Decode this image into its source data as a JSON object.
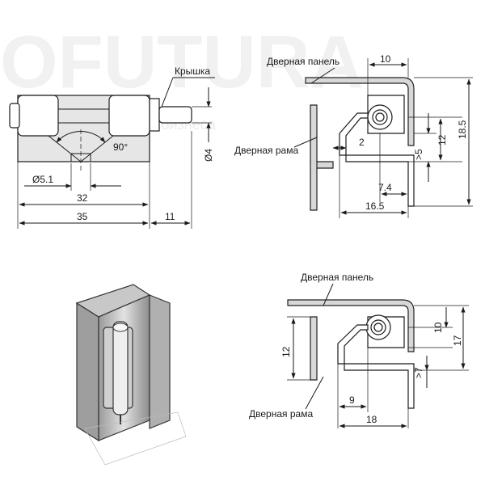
{
  "watermark": {
    "brand": "OFUTURA",
    "subtitle": "оборудование для бизнеса"
  },
  "view_side": {
    "label_cap": "Крышка",
    "dim_angle": "90°",
    "dim_hole": "Ø5.1",
    "dim_32": "32",
    "dim_35": "35",
    "dim_11": "11",
    "dim_pin": "Ø4"
  },
  "view_top": {
    "label_panel": "Дверная панель",
    "label_frame": "Дверная рама",
    "dim_10": "10",
    "dim_2": "2",
    "dim_12": "12",
    "dim_gt5": ">5",
    "dim_18_5": "18.5",
    "dim_7_4": "7.4",
    "dim_16_5": "16.5"
  },
  "view_bottom": {
    "label_panel": "Дверная панель",
    "label_frame": "Дверная рама",
    "dim_12": "12",
    "dim_10": "10",
    "dim_17": "17",
    "dim_gt7": ">7",
    "dim_9": "9",
    "dim_18": "18"
  },
  "colors": {
    "line": "#1a1a1a",
    "panel_fill": "#d8d8d8",
    "watermark": "#f1f1f1"
  }
}
